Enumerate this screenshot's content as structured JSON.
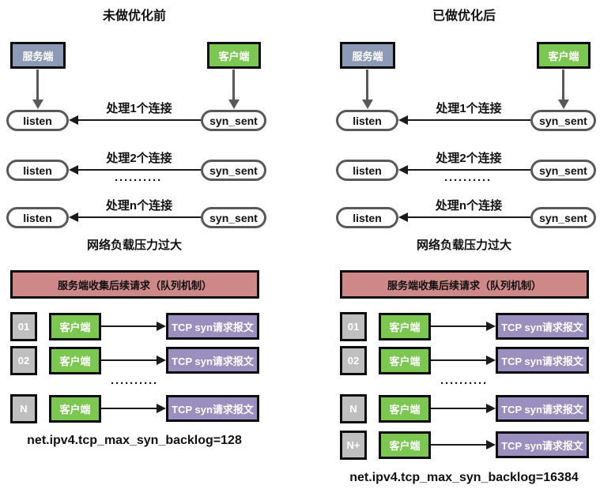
{
  "colors": {
    "server_box": "#8C9AB5",
    "client_box": "#7CC751",
    "queue_header_box": "#CE8888",
    "packet_box": "#9A8FBE",
    "number_box": "#BFBFBF",
    "pill_border": "#595959",
    "arrow_gray": "#595959",
    "arrow_dark": "#1A1A1A"
  },
  "before": {
    "title": "未做优化前",
    "server": "服务端",
    "client": "客户端",
    "rows": [
      {
        "left": "listen",
        "right": "syn_sent",
        "label": "处理1个连接"
      },
      {
        "left": "listen",
        "right": "syn_sent",
        "label": "处理2个连接"
      },
      {
        "left": "listen",
        "right": "syn_sent",
        "label": "处理n个连接"
      }
    ],
    "dots": "··········",
    "pressure": "网络负载压力过大",
    "queue_header": "服务端收集后续请求（队列机制）",
    "queue_rows": [
      {
        "index": "01",
        "client": "客户端",
        "packet": "TCP syn请求报文"
      },
      {
        "index": "02",
        "client": "客户端",
        "packet": "TCP syn请求报文"
      },
      {
        "index": "N",
        "client": "客户端",
        "packet": "TCP syn请求报文"
      }
    ],
    "queue_dots": "··········",
    "sysctl": "net.ipv4.tcp_max_syn_backlog=128"
  },
  "after": {
    "title": "已做优化后",
    "server": "服务端",
    "client": "客户端",
    "rows": [
      {
        "left": "listen",
        "right": "syn_sent",
        "label": "处理1个连接"
      },
      {
        "left": "listen",
        "right": "syn_sent",
        "label": "处理2个连接"
      },
      {
        "left": "listen",
        "right": "syn_sent",
        "label": "处理n个连接"
      }
    ],
    "dots": "··········",
    "pressure": "网络负载压力过大",
    "queue_header": "服务端收集后续请求（队列机制）",
    "queue_rows": [
      {
        "index": "01",
        "client": "客户端",
        "packet": "TCP syn请求报文"
      },
      {
        "index": "02",
        "client": "客户端",
        "packet": "TCP syn请求报文"
      },
      {
        "index": "N",
        "client": "客户端",
        "packet": "TCP syn请求报文"
      },
      {
        "index": "N+",
        "client": "客户端",
        "packet": "TCP syn请求报文"
      }
    ],
    "queue_dots": "··········",
    "sysctl": "net.ipv4.tcp_max_syn_backlog=16384"
  }
}
